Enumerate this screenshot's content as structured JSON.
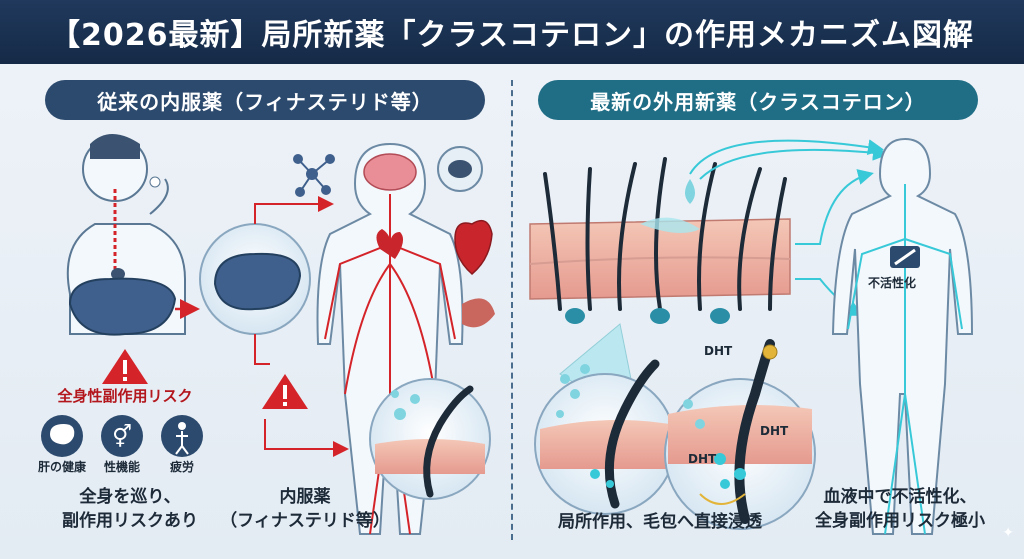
{
  "title": "【2026最新】局所新薬「クラスコテロン」の作用メカニズム図解",
  "left_panel": {
    "heading": "従来の内服薬（フィナステリド等）",
    "risk_label": "全身性副作用リスク",
    "risk_icons": [
      {
        "icon": "liver-icon",
        "label": "肝の健康"
      },
      {
        "icon": "gender-icon",
        "label": "性機能"
      },
      {
        "icon": "fatigue-icon",
        "label": "疲労"
      }
    ],
    "caption_1": "全身を巡り、\n副作用リスクあり",
    "caption_2": "内服薬\n（フィナステリド等）"
  },
  "right_panel": {
    "heading": "最新の外用新薬（クラスコテロン）",
    "dht_label": "DHT",
    "inactivation_label": "不活性化",
    "caption_local": "局所作用、毛包へ直接浸透",
    "caption_blood": "血液中で不活性化、\n全身副作用リスク極小"
  },
  "colors": {
    "title_bg": "#1b3152",
    "left_pill": "#2c4a6e",
    "right_pill": "#1f6e86",
    "risk_red": "#d4242a",
    "cyan": "#38c9d8"
  }
}
